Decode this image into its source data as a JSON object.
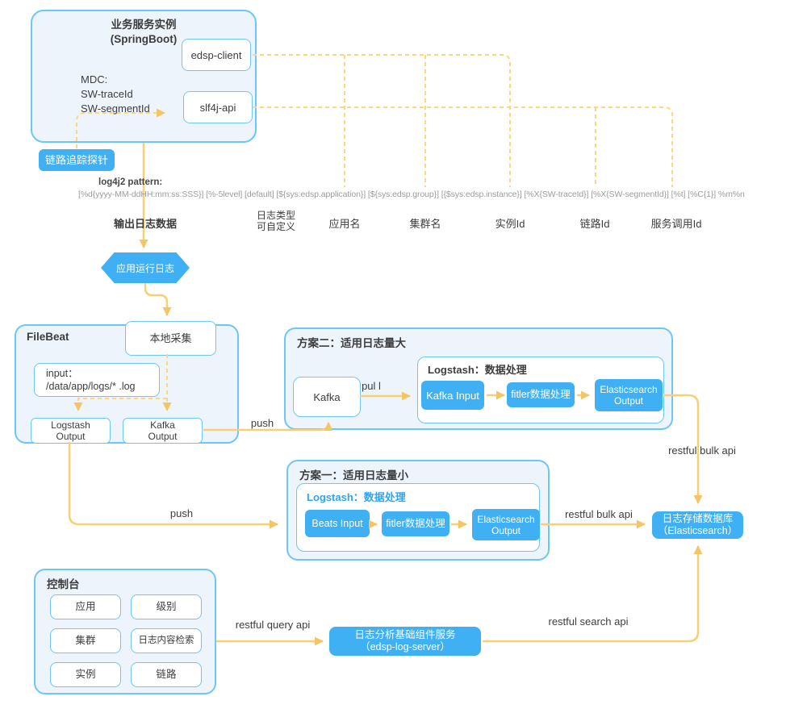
{
  "colors": {
    "accent_blue": "#3fb0f3",
    "container_fill": "#eef4fc",
    "border_blue": "#6ec6f6",
    "line_yellow": "#f8cf73",
    "dashed_yellow": "#fbd782",
    "text_dark": "#3d3d3d",
    "pattern_gray": "#9c9c9c",
    "logstash_title_blue": "#2ea4f2"
  },
  "springboot": {
    "title_line1": "业务服务实例",
    "title_line2": "(SpringBoot)",
    "mdc_line1": "MDC:",
    "mdc_line2": "SW-traceId",
    "mdc_line3": "SW-segmentId",
    "edsp_client": "edsp-client",
    "slf4j_api": "slf4j-api"
  },
  "probe_badge": "链路追踪探针",
  "log_pattern": {
    "label": "log4j2 pattern:",
    "pattern": "[%d{yyyy-MM-ddHH:mm:ss:SSS}] [%-5level] [default] [${sys:edsp.application}] [${sys:edsp.group}] [{$sys:edsp.instance}] [%X{SW-traceId}] [%X{SW-segmentId}] [%t] [%C{1}] %m%n"
  },
  "field_labels": {
    "output": "输出日志数据",
    "log_type_line1": "日志类型",
    "log_type_line2": "可自定义",
    "app": "应用名",
    "cluster": "集群名",
    "instance": "实例Id",
    "trace": "链路Id",
    "service_call": "服务调用Id"
  },
  "hexagon_label": "应用运行日志",
  "filebeat": {
    "title": "FileBeat",
    "local_collect": "本地采集",
    "input_line1": "input：",
    "input_line2": "/data/app/logs/* .log",
    "logstash_output_line1": "Logstash",
    "logstash_output_line2": "Output",
    "kafka_output_line1": "Kafka",
    "kafka_output_line2": "Output"
  },
  "plan2": {
    "title": "方案二：适用日志量大",
    "kafka": "Kafka",
    "pull_label": "pul l",
    "logstash_title": "Logstash：数据处理",
    "kafka_input": "Kafka Input",
    "filter": "fitler数据处理",
    "es_output_line1": "Elasticsearch",
    "es_output_line2": "Output"
  },
  "plan1": {
    "title": "方案一：适用日志量小",
    "logstash_title": "Logstash：数据处理",
    "beats_input": "Beats Input",
    "filter": "fitler数据处理",
    "es_output_line1": "Elasticsearch",
    "es_output_line2": "Output"
  },
  "es_store": {
    "line1": "日志存储数据库",
    "line2": "（Elasticsearch）"
  },
  "console": {
    "title": "控制台",
    "items": [
      "应用",
      "级别",
      "集群",
      "日志内容检索",
      "实例",
      "链路"
    ]
  },
  "log_server": {
    "line1": "日志分析基础组件服务",
    "line2": "（edsp-log-server）"
  },
  "edge_labels": {
    "push_top": "push",
    "push_bottom": "push",
    "restful_bulk_top": "restful bulk api",
    "restful_bulk_mid": "restful bulk api",
    "restful_query": "restful query api",
    "restful_search": "restful search api"
  }
}
